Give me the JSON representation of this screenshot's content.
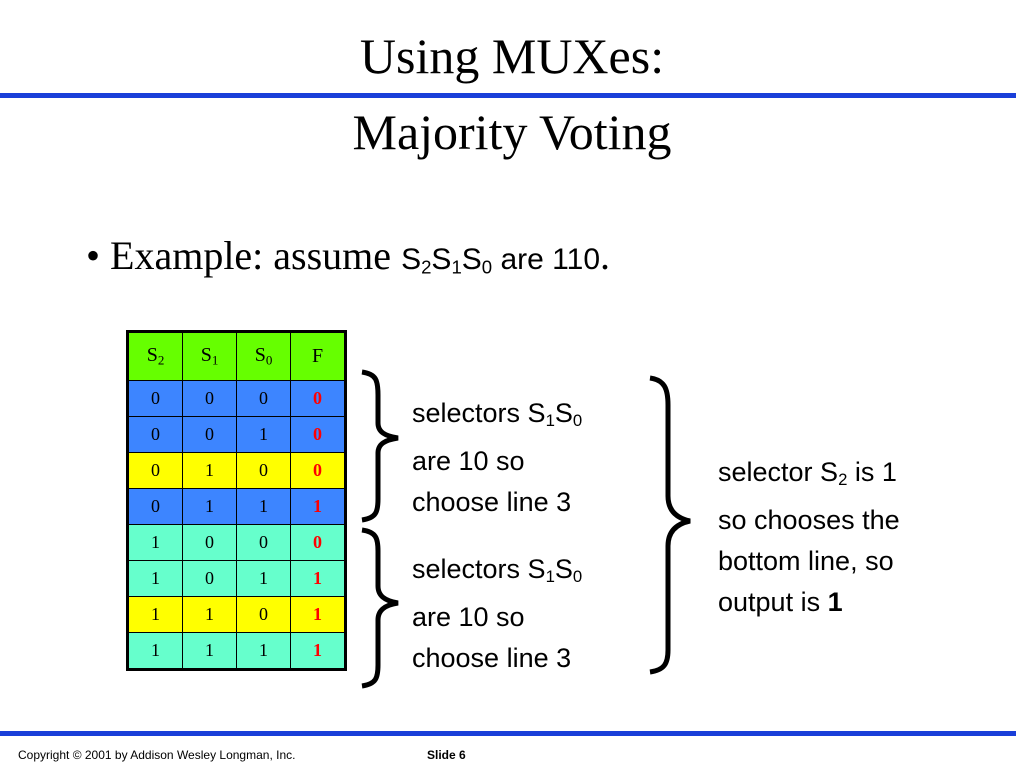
{
  "slide": {
    "title_line1": "Using MUXes:",
    "title_line2": "Majority Voting",
    "bullet_symbol": "•",
    "bullet_text": "Example: assume ",
    "bullet_s2": "S",
    "bullet_s2_sub": "2",
    "bullet_s1": "S",
    "bullet_s1_sub": "1",
    "bullet_s0": "S",
    "bullet_s0_sub": "0",
    "bullet_tail": " are 110",
    "bullet_end": "."
  },
  "table": {
    "headers": [
      {
        "main": "S",
        "sub": "2"
      },
      {
        "main": "S",
        "sub": "1"
      },
      {
        "main": "S",
        "sub": "0"
      },
      {
        "main": "F",
        "sub": ""
      }
    ],
    "rows": [
      {
        "s2": "0",
        "s1": "0",
        "s0": "0",
        "f": "0",
        "color": "#3d85ff"
      },
      {
        "s2": "0",
        "s1": "0",
        "s0": "1",
        "f": "0",
        "color": "#3d85ff"
      },
      {
        "s2": "0",
        "s1": "1",
        "s0": "0",
        "f": "0",
        "color": "#ffff00"
      },
      {
        "s2": "0",
        "s1": "1",
        "s0": "1",
        "f": "1",
        "color": "#3d85ff"
      },
      {
        "s2": "1",
        "s1": "0",
        "s0": "0",
        "f": "0",
        "color": "#66ffcc"
      },
      {
        "s2": "1",
        "s1": "0",
        "s0": "1",
        "f": "1",
        "color": "#66ffcc"
      },
      {
        "s2": "1",
        "s1": "1",
        "s0": "0",
        "f": "1",
        "color": "#ffff00"
      },
      {
        "s2": "1",
        "s1": "1",
        "s0": "1",
        "f": "1",
        "color": "#66ffcc"
      }
    ]
  },
  "notes": {
    "top": {
      "l1a": "selectors S",
      "l1s1": "1",
      "l1b": "S",
      "l1s0": "0",
      "l2": "are 10 so",
      "l3": "choose line 3"
    },
    "bottom": {
      "l1a": "selectors S",
      "l1s1": "1",
      "l1b": "S",
      "l1s0": "0",
      "l2": "are 10 so",
      "l3": "choose line 3"
    },
    "right": {
      "l1a": "selector S",
      "l1sub": "2",
      "l1b": " is 1",
      "l2": "so chooses the",
      "l3": "bottom line, so",
      "l4a": "output is ",
      "l4b": "1"
    }
  },
  "colors": {
    "rule": "#1a3fd9",
    "header": "#66ff00",
    "blue_row": "#3d85ff",
    "yellow_row": "#ffff00",
    "green_row": "#66ffcc",
    "f_value": "#ff0000"
  },
  "footer": {
    "copyright": "Copyright © 2001 by Addison Wesley Longman, Inc.",
    "slide_number": "Slide 6"
  }
}
